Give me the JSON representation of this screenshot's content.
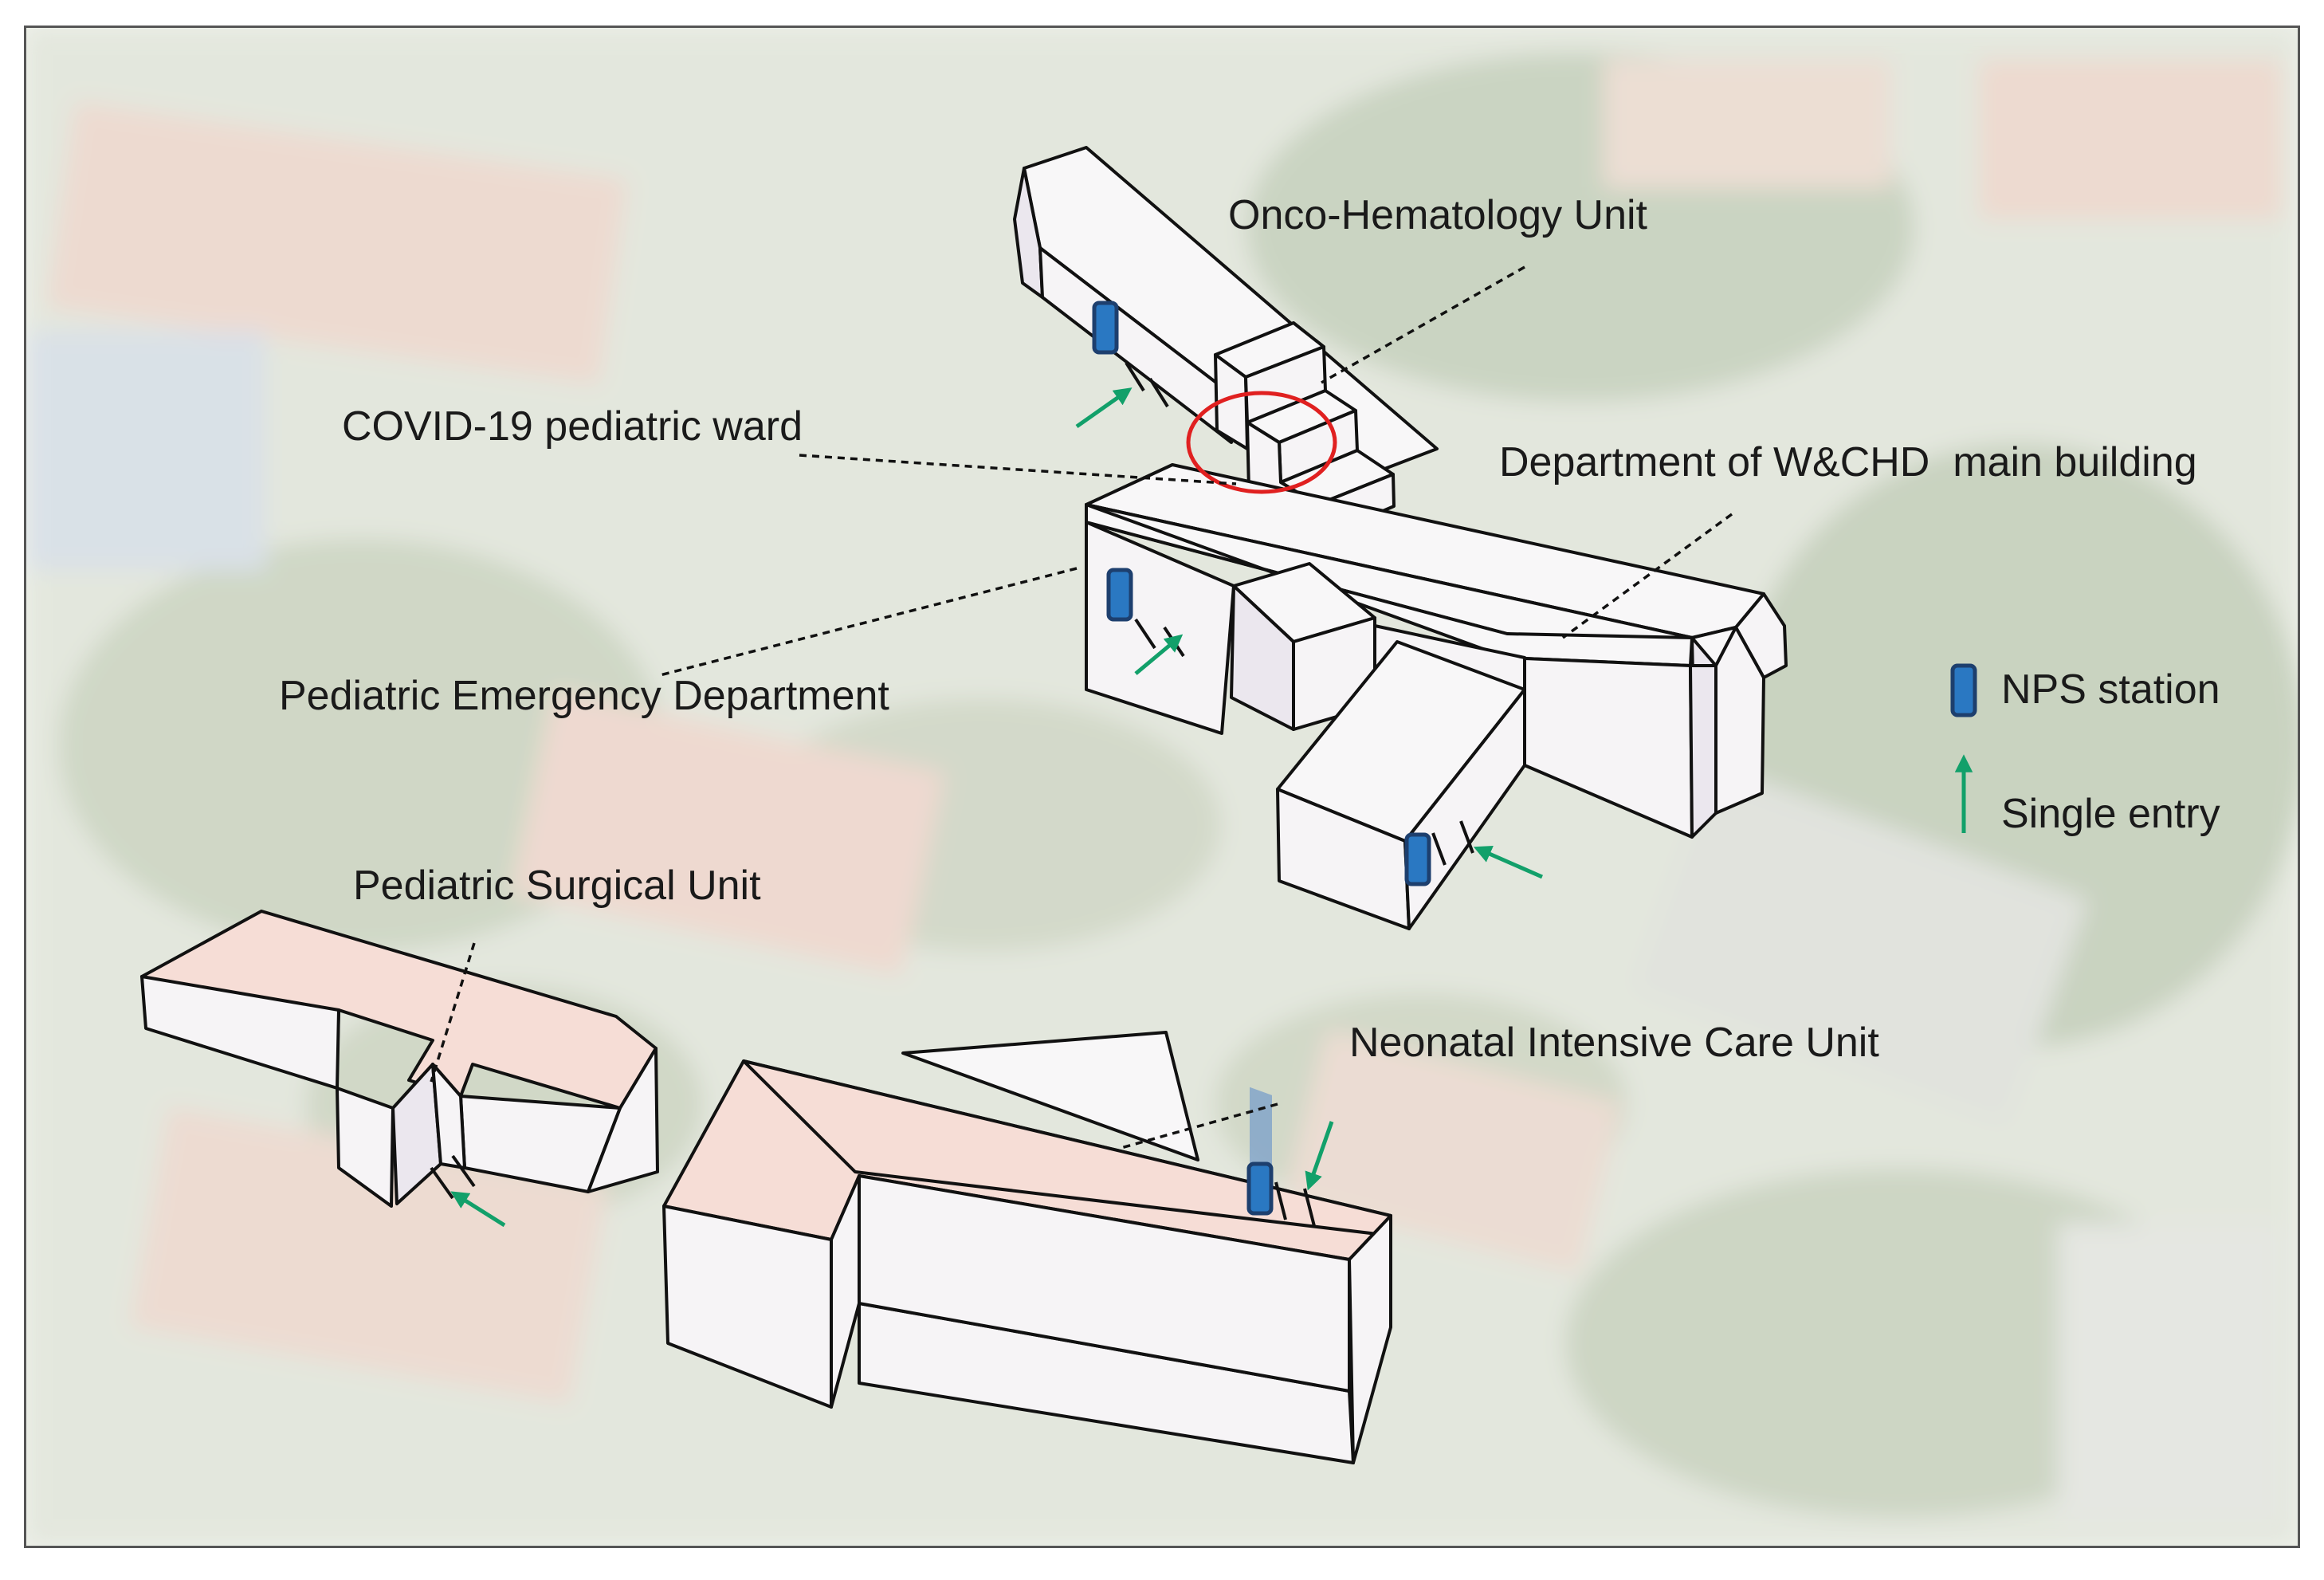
{
  "labels": {
    "onco_hematology": "Onco-Hematology Unit",
    "covid_ward": "COVID-19 pediatric ward",
    "main_building": "Department of W&CHD  main building",
    "pediatric_emergency": "Pediatric Emergency Department",
    "pediatric_surgical": "Pediatric Surgical Unit",
    "neonatal_icu": "Neonatal Intensive Care Unit"
  },
  "legend": {
    "nps_station": "NPS station",
    "single_entry": "Single entry"
  },
  "colors": {
    "nps_station": "#2a78c2",
    "single_entry_arrow": "#12a06a",
    "highlight_circle": "#e02020",
    "roof_tile": "#f6ddd6"
  },
  "icons": {
    "nps_station": "blue-rounded-rectangle",
    "single_entry": "green-arrow"
  }
}
